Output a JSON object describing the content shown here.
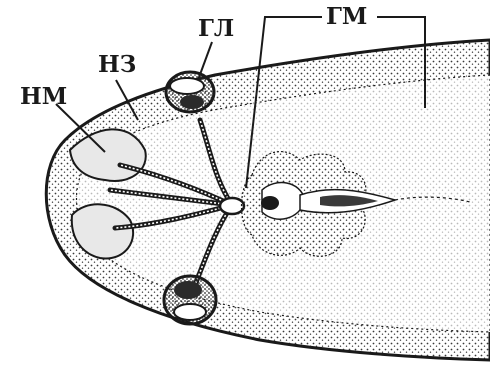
{
  "labels": {
    "gl": "ГЛ",
    "gm": "ГМ",
    "nz": "НЗ",
    "nm": "НМ"
  },
  "colors": {
    "ink": "#1a1a1a",
    "stipple": "#3a3a3a",
    "background": "#ffffff"
  },
  "icons": {
    "eye_upper": "eye-cup-icon",
    "eye_lower": "eye-cup-icon",
    "ganglion": "central-ganglion-icon"
  }
}
